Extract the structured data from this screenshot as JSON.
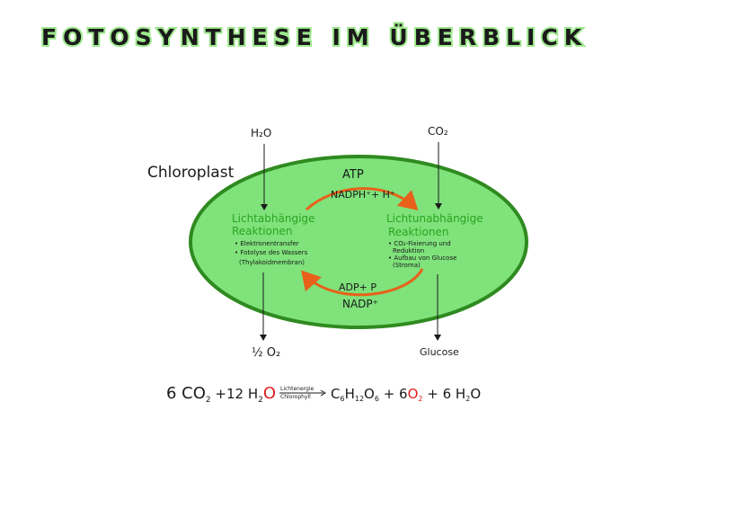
{
  "title": "FOTOSYNTHESE IM ÜBERBLICK",
  "diagram": {
    "chloroplast_label": "Chloroplast",
    "input_left": "H₂O",
    "input_right": "CO₂",
    "output_left": "½ O₂",
    "output_right": "Glucose",
    "top_arrow": {
      "line1": "ATP",
      "line2": "NADPH⁺+ H⁺"
    },
    "bottom_arrow": {
      "line1": "ADP+ P",
      "line2": "NADP⁺"
    },
    "light_reactions": {
      "title_line1": "Lichtabhängige",
      "title_line2": "Reaktionen",
      "bullet1": "• Elektronentransfer",
      "bullet2": "• Fotolyse des Wassers",
      "bullet3": "(Thylakoidmembran)"
    },
    "dark_reactions": {
      "title_line1": "Lichtunabhängige",
      "title_line2": "Reaktionen",
      "bullet1": "• CO₂-Fixierung und",
      "bullet2": "Reduktion",
      "bullet3": "• Aufbau von Glucose",
      "bullet4": "(Stroma)"
    }
  },
  "equation": {
    "part1": "6 CO",
    "sub1": "2",
    "part2": " +12 H",
    "sub2": "2",
    "part3": "O",
    "arrow_top": "Lichtenergie",
    "arrow_bottom": "Chlorophyll",
    "part4": "C",
    "sub4a": "6",
    "part4b": "H",
    "sub4b": "12",
    "part4c": "O",
    "sub4c": "6",
    "part5": " + 6",
    "part6": "O",
    "sub6": "2",
    "part7": " + 6 H",
    "sub7": "2",
    "part8": "O"
  },
  "colors": {
    "title_glow": "#9ee88d",
    "chloroplast_fill": "#7fe27b",
    "chloroplast_border": "#2f8a1f",
    "reaction_text": "#2aa51f",
    "cycle_arrow": "#e8611a",
    "highlight": "#e02020",
    "ink": "#1a1a1a"
  }
}
